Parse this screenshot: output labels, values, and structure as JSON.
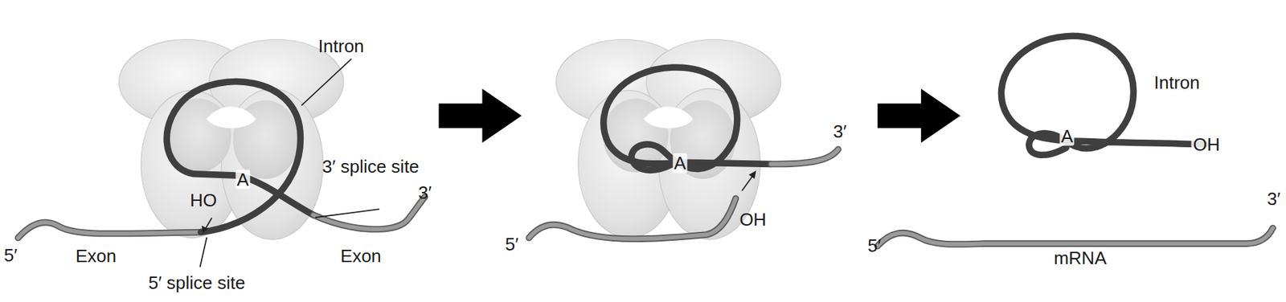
{
  "diagram": {
    "labels": [
      "Intron",
      "HO",
      "A",
      "3′ splice site",
      "3′",
      "5′",
      "Exon",
      "Exon",
      "5′ splice site",
      "A",
      "3′",
      "5′",
      "OH",
      "Intron",
      "A",
      "OH",
      "3′",
      "5′",
      "mRNA"
    ]
  }
}
